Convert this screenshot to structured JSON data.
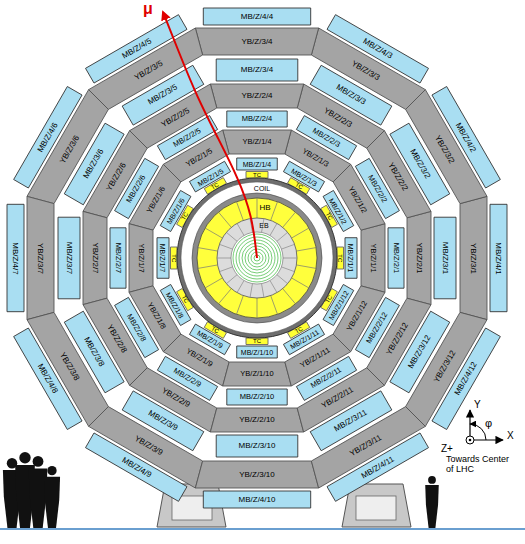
{
  "diagram": {
    "nodes": [
      {
        "text": [
          "MB/Z/4/1"
        ]
      },
      {
        "text": [
          "MB/Z/4/2"
        ]
      },
      {
        "text": [
          "MB/Z/4/3"
        ]
      },
      {
        "text": [
          "MB/Z/4/4"
        ]
      },
      {
        "text": [
          "MB/Z/4/5"
        ]
      },
      {
        "text": [
          "MB/Z/4/6"
        ]
      },
      {
        "text": [
          "MB/Z/4/7"
        ]
      },
      {
        "text": [
          "MB/Z/4/8"
        ]
      },
      {
        "text": [
          "MB/Z/4/9"
        ]
      },
      {
        "text": [
          "MB/Z/4/10"
        ]
      },
      {
        "text": [
          "MB/Z/4/11"
        ]
      },
      {
        "text": [
          "MB/Z/4/12"
        ]
      },
      {
        "text": [
          "YB/Z/3/1"
        ]
      },
      {
        "text": [
          "YB/Z/3/2"
        ]
      },
      {
        "text": [
          "YB/Z/3/3"
        ]
      },
      {
        "text": [
          "YB/Z/3/4"
        ]
      },
      {
        "text": [
          "YB/Z/3/5"
        ]
      },
      {
        "text": [
          "YB/Z/3/6"
        ]
      },
      {
        "text": [
          "YB/Z/3/7"
        ]
      },
      {
        "text": [
          "YB/Z/3/8"
        ]
      },
      {
        "text": [
          "YB/Z/3/9"
        ]
      },
      {
        "text": [
          "YB/Z/3/10"
        ]
      },
      {
        "text": [
          "YB/Z/3/11"
        ]
      },
      {
        "text": [
          "YB/Z/3/12"
        ]
      },
      {
        "text": [
          "MB/Z/3/1"
        ]
      },
      {
        "text": [
          "MB/Z/3/2"
        ]
      },
      {
        "text": [
          "MB/Z/3/3"
        ]
      },
      {
        "text": [
          "MB/Z/3/4"
        ]
      },
      {
        "text": [
          "MB/Z/3/5"
        ]
      },
      {
        "text": [
          "MB/Z/3/6"
        ]
      },
      {
        "text": [
          "MB/Z/3/7"
        ]
      },
      {
        "text": [
          "MB/Z/3/8"
        ]
      },
      {
        "text": [
          "MB/Z/3/9"
        ]
      },
      {
        "text": [
          "MB/Z/3/10"
        ]
      },
      {
        "text": [
          "MB/Z/3/11"
        ]
      },
      {
        "text": [
          "MB/Z/3/12"
        ]
      },
      {
        "text": [
          "YB/Z/2/1"
        ]
      },
      {
        "text": [
          "YB/Z/2/2"
        ]
      },
      {
        "text": [
          "YB/Z/2/3"
        ]
      },
      {
        "text": [
          "YB/Z/2/4"
        ]
      },
      {
        "text": [
          "YB/Z/2/5"
        ]
      },
      {
        "text": [
          "YB/Z/2/6"
        ]
      },
      {
        "text": [
          "YB/Z/2/7"
        ]
      },
      {
        "text": [
          "YB/Z/2/8"
        ]
      },
      {
        "text": [
          "YB/Z/2/9"
        ]
      },
      {
        "text": [
          "YB/Z/2/10"
        ]
      },
      {
        "text": [
          "YB/Z/2/11"
        ]
      },
      {
        "text": [
          "YB/Z/2/12"
        ]
      },
      {
        "text": [
          "MB/Z/2/1"
        ]
      },
      {
        "text": [
          "MB/Z/2/2"
        ]
      },
      {
        "text": [
          "MB/Z/2/3"
        ]
      },
      {
        "text": [
          "MB/Z/2/4"
        ]
      },
      {
        "text": [
          "MB/Z/2/5"
        ]
      },
      {
        "text": [
          "MB/Z/2/6"
        ]
      },
      {
        "text": [
          "MB/Z/2/7"
        ]
      },
      {
        "text": [
          "MB/Z/2/8"
        ]
      },
      {
        "text": [
          "MB/Z/2/9"
        ]
      },
      {
        "text": [
          "MB/Z/2/10"
        ]
      },
      {
        "text": [
          "MB/Z/2/11"
        ]
      },
      {
        "text": [
          "MB/Z/2/12"
        ]
      },
      {
        "text": [
          "YB/Z/1/1"
        ]
      },
      {
        "text": [
          "YB/Z/1/2"
        ]
      },
      {
        "text": [
          "YB/Z/1/3"
        ]
      },
      {
        "text": [
          "YB/Z/1/4"
        ]
      },
      {
        "text": [
          "YB/Z/1/5"
        ]
      },
      {
        "text": [
          "YB/Z/1/6"
        ]
      },
      {
        "text": [
          "YB/Z/1/7"
        ]
      },
      {
        "text": [
          "YB/Z/1/8"
        ]
      },
      {
        "text": [
          "YB/Z/1/9"
        ]
      },
      {
        "text": [
          "YB/Z/1/10"
        ]
      },
      {
        "text": [
          "YB/Z/1/11"
        ]
      },
      {
        "text": [
          "YB/Z/1/12"
        ]
      },
      {
        "text": [
          "MB/Z/1/1"
        ]
      },
      {
        "text": [
          "MB/Z/1/2"
        ]
      },
      {
        "text": [
          "MB/Z/1/3"
        ]
      },
      {
        "text": [
          "MB/Z/1/4"
        ]
      },
      {
        "text": [
          "MB/Z/1/5"
        ]
      },
      {
        "text": [
          "MB/Z/1/6"
        ]
      },
      {
        "text": [
          "MB/Z/1/7"
        ]
      },
      {
        "text": [
          "MB/Z/1/8"
        ]
      },
      {
        "text": [
          "MB/Z/1/9"
        ]
      },
      {
        "text": [
          "MB/Z/1/10"
        ]
      },
      {
        "text": [
          "MB/Z/1/11"
        ]
      },
      {
        "text": [
          "MB/Z/1/12"
        ]
      },
      {
        "text": [
          "TC"
        ]
      },
      {
        "text": [
          "TC"
        ]
      },
      {
        "text": [
          "TC"
        ]
      },
      {
        "text": [
          "TC"
        ]
      },
      {
        "text": [
          "TC"
        ]
      },
      {
        "text": [
          "TC"
        ]
      },
      {
        "text": [
          "TC"
        ]
      },
      {
        "text": [
          "TC"
        ]
      },
      {
        "text": [
          "TC"
        ]
      },
      {
        "text": [
          "TC"
        ]
      },
      {
        "text": [
          "TC"
        ]
      },
      {
        "text": [
          "TC"
        ]
      },
      {
        "text": [
          "COIL"
        ]
      },
      {
        "text": [
          "HB"
        ]
      },
      {
        "text": [
          "EB"
        ]
      }
    ],
    "labels": [
      "μ",
      "Y",
      "φ",
      "X",
      "Z+",
      "Towards Center of LHC"
    ]
  }
}
